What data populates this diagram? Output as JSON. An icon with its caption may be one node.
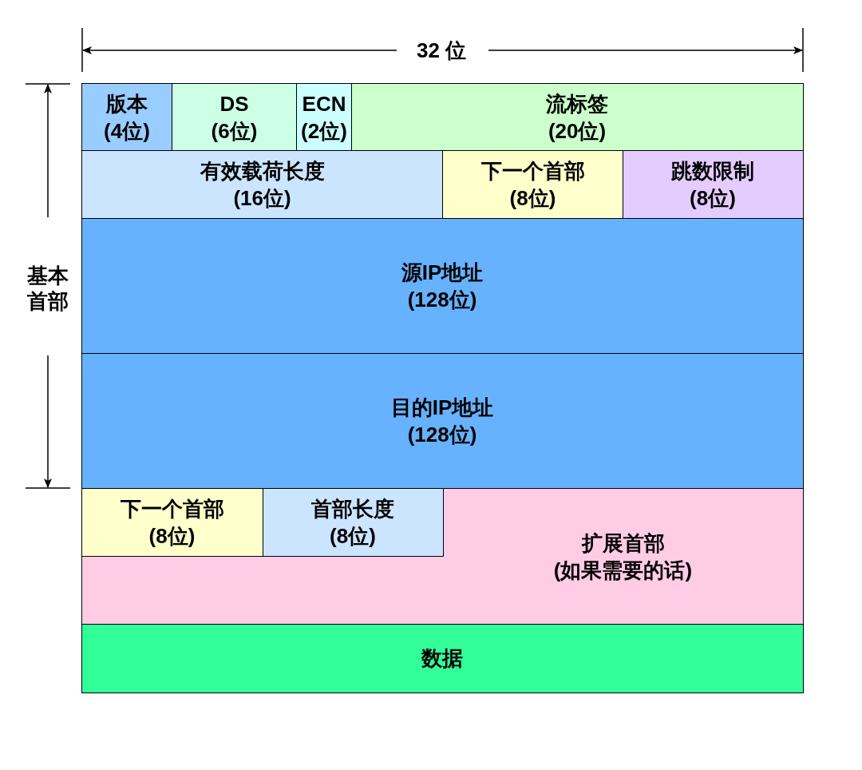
{
  "diagram": {
    "nodes": [
      {
        "text": [
          "版本",
          "(4位)"
        ]
      },
      {
        "text": [
          "DS",
          "(6位)"
        ]
      },
      {
        "text": [
          "ECN",
          "(2位)"
        ]
      },
      {
        "text": [
          "流标签",
          "(20位)"
        ]
      },
      {
        "text": [
          "有效载荷长度",
          "(16位)"
        ]
      },
      {
        "text": [
          "下一个首部",
          "(8位)"
        ]
      },
      {
        "text": [
          "跳数限制",
          "(8位)"
        ]
      },
      {
        "text": [
          "源IP地址",
          "(128位)"
        ]
      },
      {
        "text": [
          "目的IP地址",
          "(128位)"
        ]
      },
      {
        "text": [
          "扩展首部",
          "(如果需要的话)"
        ]
      },
      {
        "text": [
          "下一个首部",
          "(8位)"
        ],
        "in": 9
      },
      {
        "text": [
          "首部长度",
          "(8位)"
        ],
        "in": 9
      },
      {
        "text": [
          "数据"
        ]
      }
    ],
    "labels": [
      "32 位",
      "基本首部"
    ]
  }
}
